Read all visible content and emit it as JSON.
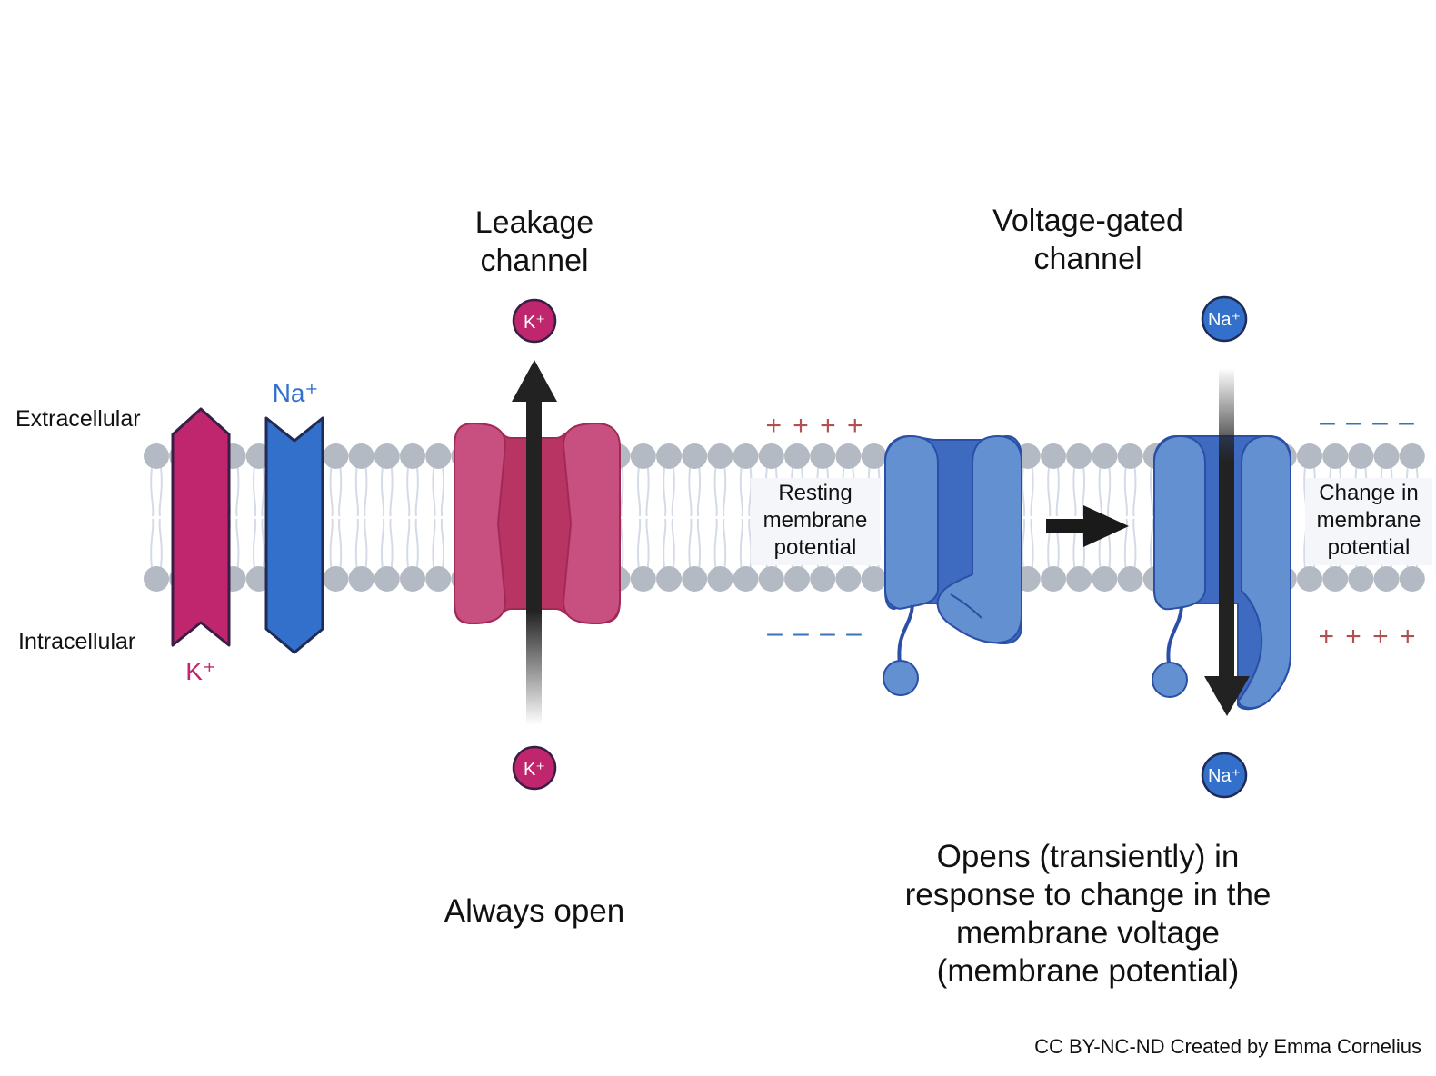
{
  "titles": {
    "leakage": "Leakage\nchannel",
    "voltage": "Voltage-gated\nchannel"
  },
  "sides": {
    "extracellular": "Extracellular",
    "intracellular": "Intracellular"
  },
  "pump_ions": {
    "na": "Na⁺",
    "k": "K⁺"
  },
  "ion_badges": {
    "k_top": "K⁺",
    "k_bottom": "K⁺",
    "na_top": "Na⁺",
    "na_bottom": "Na⁺"
  },
  "charges": {
    "resting_top": "+ + + +",
    "resting_bottom": "– – – –",
    "changed_top": "– – – –",
    "changed_bottom": "+ + + +"
  },
  "boxes": {
    "resting": "Resting\nmembrane\npotential",
    "change": "Change in\nmembrane\npotential"
  },
  "captions": {
    "leakage": "Always open",
    "voltage": "Opens (transiently) in\nresponse to change in the\nmembrane voltage\n(membrane potential)"
  },
  "credit": "CC BY-NC-ND Created by Emma Cornelius",
  "colors": {
    "potassium": "#c0266e",
    "sodium": "#3370cc",
    "leak_channel": "#c85080",
    "vg_channel": "#6390d0",
    "membrane_head": "#b4bac4",
    "arrow": "#222222",
    "plus": "#b05050",
    "minus": "#3a70b8"
  }
}
